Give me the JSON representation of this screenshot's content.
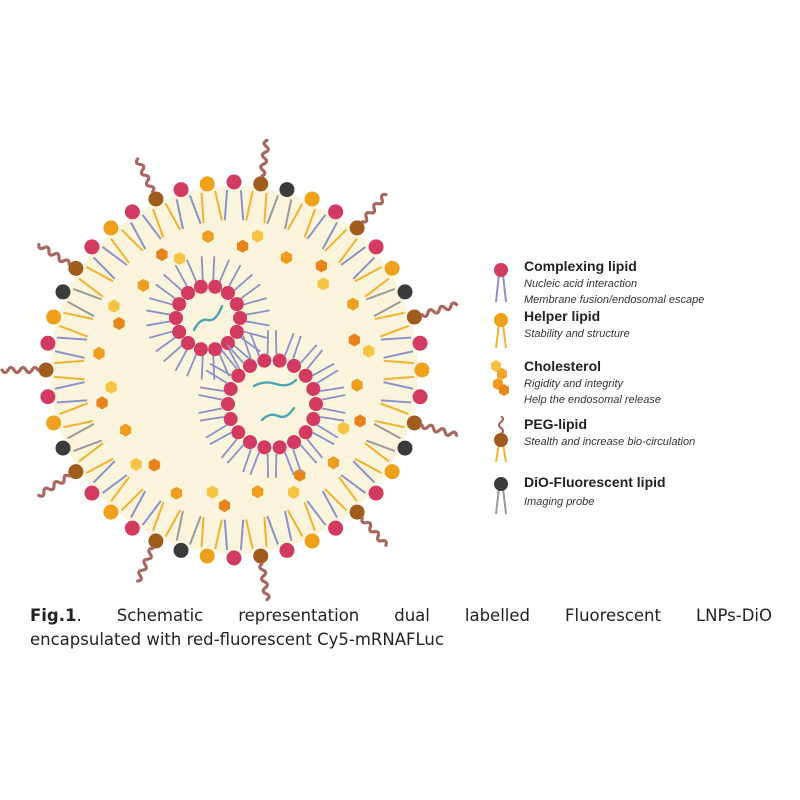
{
  "colors": {
    "complexing": "#d23a62",
    "helper": "#f0a11c",
    "cholesterol": "#f29b1d",
    "peg_head": "#a05c1c",
    "peg_chain": "#a86860",
    "dio": "#3b3b3b",
    "tail_blue": "#8b91c7",
    "tail_yellow": "#f3b22d",
    "core": "#fbf4dc",
    "mrna": "#4aa6b0"
  },
  "legend": [
    {
      "key": "complexing",
      "icon": "complexing-lipid-icon",
      "title": "Complexing lipid",
      "lines": [
        "Nucleic acid interaction",
        "Membrane fusion/endosomal escape"
      ]
    },
    {
      "key": "helper",
      "icon": "helper-lipid-icon",
      "title": "Helper lipid",
      "lines": [
        "Stability and structure"
      ]
    },
    {
      "key": "cholesterol",
      "icon": "cholesterol-icon",
      "title": "Cholesterol",
      "lines": [
        "Rigidity and integrity",
        "Help the endosomal release"
      ]
    },
    {
      "key": "peg",
      "icon": "peg-lipid-icon",
      "title": "PEG-lipid",
      "lines": [
        "Stealth and increase bio-circulation"
      ]
    },
    {
      "key": "dio",
      "icon": "dio-lipid-icon",
      "title": "DiO-Fluorescent lipid",
      "lines": [
        "Imaging probe"
      ]
    }
  ],
  "caption": {
    "label": "Fig.1",
    "line1": ". Schematic representation dual labelled Fluorescent LNPs-DiO",
    "line2": "encapsulated with red-fluorescent Cy5-mRNAFLuc"
  }
}
